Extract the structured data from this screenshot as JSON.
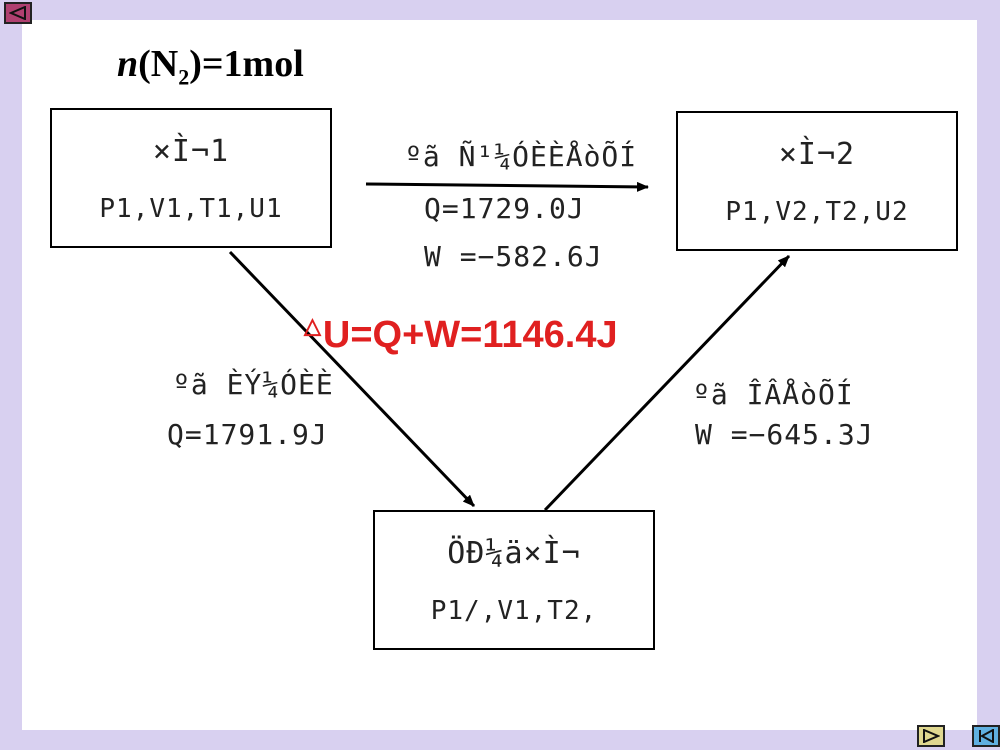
{
  "title": {
    "n": "n",
    "open": "(N",
    "sub": "2",
    "close": ")=1mol"
  },
  "state1": {
    "line1": "×Ì¬1",
    "line2": "P1,V1,T1,U1"
  },
  "state2": {
    "line1": "×Ì¬2",
    "line2": "P1,V2,T2,U2"
  },
  "state_mid": {
    "line1": "ÖÐ¼ä×Ì¬",
    "line2": "P1/,V1,T2,"
  },
  "top_path": {
    "heading": "ºã Ñ¹¼ÓÈÈÅòÕÍ",
    "q": "Q=1729.0J",
    "w": "W =−582.6J"
  },
  "left_path": {
    "heading": "ºã ÈÝ¼ÓÈÈ",
    "q": "Q=1791.9J"
  },
  "right_path": {
    "heading": "ºã ÎÂÅòÕÍ",
    "w": "W =−645.3J"
  },
  "formula": {
    "delta": "△",
    "text": "U=Q+W=1146.4J"
  },
  "colors": {
    "formula": "#e02020",
    "frame": "#d8d0f0",
    "back_button": "#b04070",
    "next_button": "#e0d890",
    "first_button": "#60b0e0"
  },
  "icons": {
    "back": "triangle-left-icon",
    "next": "triangle-right-icon",
    "first": "skip-back-icon"
  }
}
